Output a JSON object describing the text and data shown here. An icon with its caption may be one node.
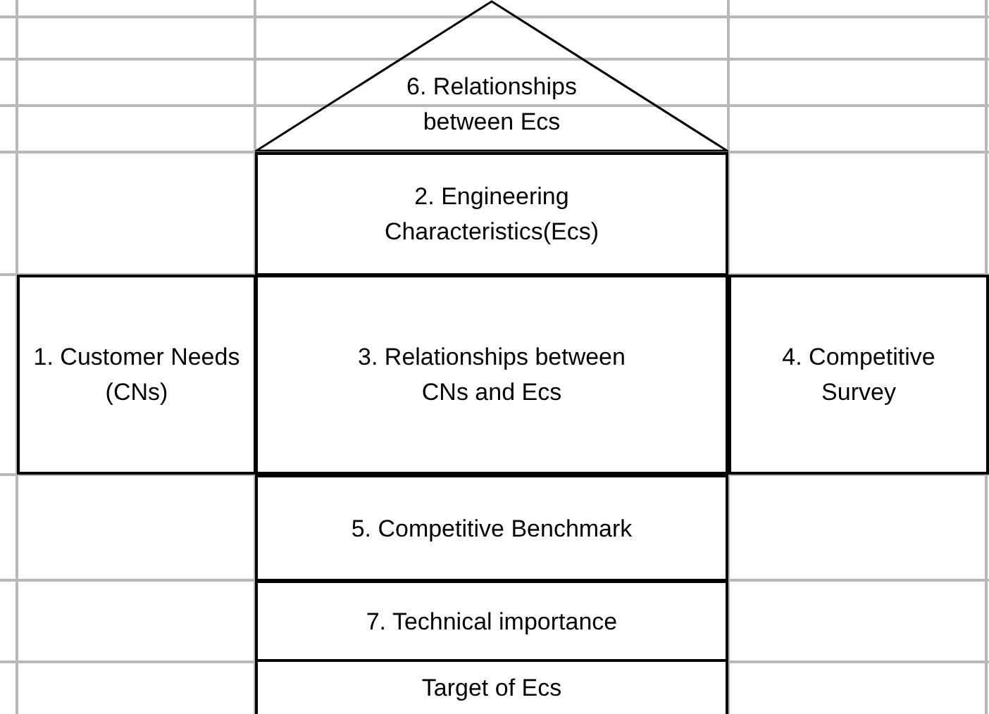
{
  "diagram": {
    "nodes": [
      {
        "text": [
          "6. Relationships between Ecs"
        ]
      },
      {
        "text": [
          "2. Engineering Characteristics(Ecs)"
        ]
      },
      {
        "text": [
          "1. Customer Needs (CNs)"
        ]
      },
      {
        "text": [
          "3. Relationships between CNs and Ecs"
        ]
      },
      {
        "text": [
          "4. Competitive Survey"
        ]
      },
      {
        "text": [
          "5. Competitive Benchmark"
        ]
      },
      {
        "text": [
          "7. Technical importance"
        ]
      },
      {
        "text": [
          "Target of Ecs"
        ]
      }
    ],
    "edges": []
  }
}
